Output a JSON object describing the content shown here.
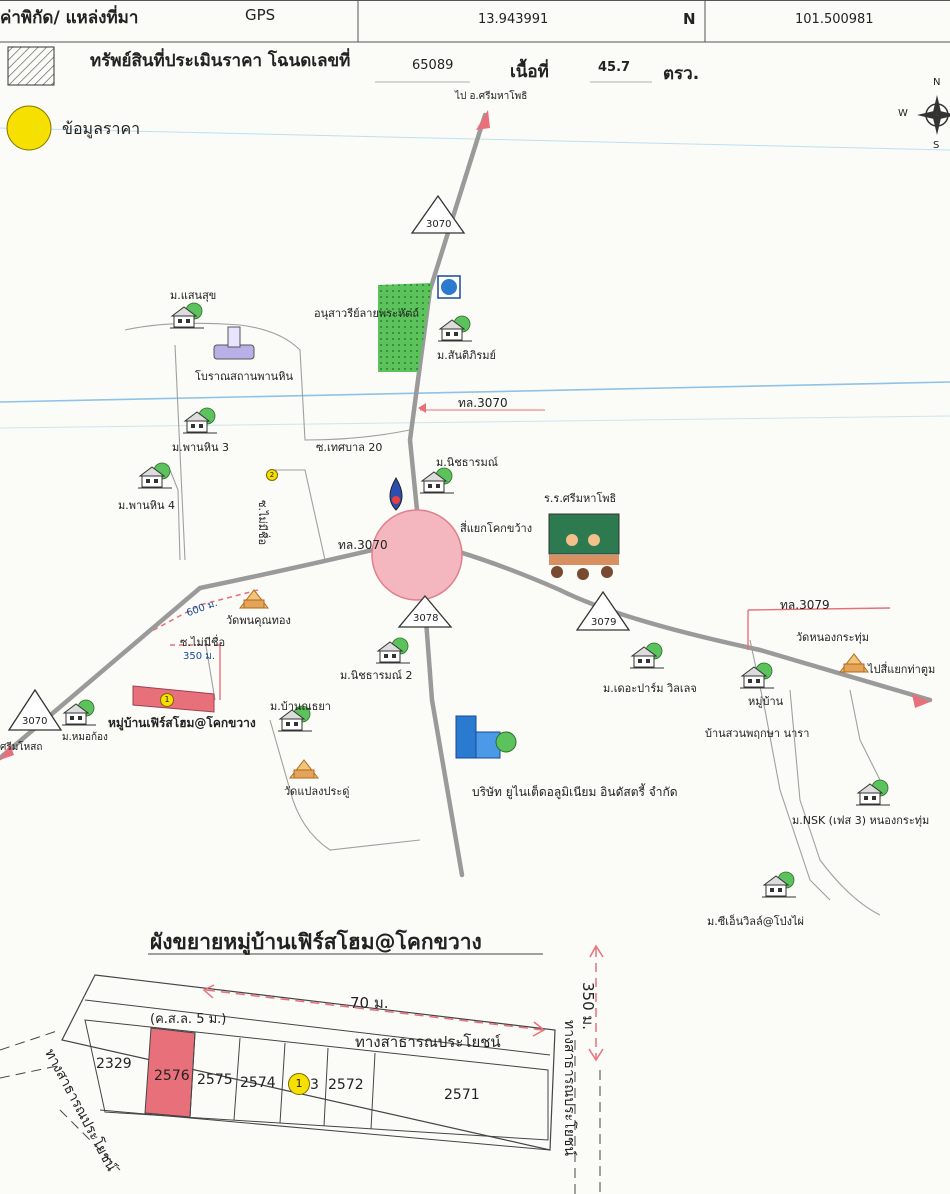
{
  "header": {
    "coord_label": "ค่าพิกัด/ แหล่งที่มา",
    "source": "GPS",
    "lat": "13.943991",
    "n_label": "N",
    "lon": "101.500981",
    "legend_parcel_text": "ทรัพย์สินที่ประเมินราคา โฉนดเลขที่",
    "deed_no": "65089",
    "area_label": "เนื้อที่",
    "area_value": "45.7",
    "area_unit": "ตรว.",
    "legend_price_text": "ข้อมูลราคา"
  },
  "compass": {
    "n": "N",
    "w": "W",
    "s": "S"
  },
  "colors": {
    "road": "#9a9a9a",
    "accent_red": "#e8707a",
    "junction": "#f4b6bf",
    "pin": "#f5e000",
    "green": "#5cc25c",
    "blue_line": "#8fc2e8"
  },
  "map": {
    "to_sri_mahaphot": "ไป อ.ศรีมหาโพธิ",
    "shield_3070_top": "3070",
    "shield_3078": "3078",
    "shield_3079": "3079",
    "shield_3070_left": "3070",
    "ban_saen_suk": "ม.แสนสุข",
    "monument": "อนุสาวรีย์ลายพระหัตถ์",
    "ban_santiphirom": "ม.สันติภิรมย์",
    "phan_hin_ruins": "โบราณสถานพานหิน",
    "tl3070_right": "ทล.3070",
    "ban_phan_hin_3": "ม.พานหิน 3",
    "soi_thetsaban_20": "ซ.เทศบาล 20",
    "ban_nichtharom": "ม.นิชธารมณ์",
    "ban_phan_hin_4": "ม.พานหิน 4",
    "soi_no_name_vertical": "ซ.ไม่มีชื่อ",
    "school": "ร.ร.ศรีมหาโพธิ",
    "junction": "สี่แยกโคกขว้าง",
    "tl3070_center": "ทล.3070",
    "dist_600": "600 ม.",
    "wat_phon": "วัดพนคุณทอง",
    "soi_no_name": "ซ.ไม่มีชื่อ",
    "dist_350": "350 ม.",
    "tl3079": "ทล.3079",
    "wat_nong_krathum": "วัดหนองกระทุ่ม",
    "to_tha_tum": "ไปสี่แยกท่าตูม",
    "ban_nichtharom_2": "ม.นิชธารมณ์ 2",
    "ban_the_palm": "ม.เดอะปาร์ม วิลเลจ",
    "ban_suan_phruksa_1": "หมู่บ้าน",
    "ban_suan_phruksa_2": "บ้านสวนพฤกษา นารา",
    "ban_nanthaya": "ม.บ้านณธยา",
    "first_home": "หมู่บ้านเฟิร์สโฮม@โคกขวาง",
    "si_mahosot": "ศรีมโหสถ",
    "ban_mo_kong": "ม.หมอก้อง",
    "wat_plaeng": "วัดแปลงประดู่",
    "factory": "บริษัท ยูไนเต็ดอลูมิเนียม อินดัสตรี้ จำกัด",
    "ban_nsk": "ม.NSK (เฟส 3) หนองกระทุ่ม",
    "ban_sixen": "ม.ซีเอ็นวิลล์@โป่งไผ่",
    "pin_main": "1",
    "pin_small": "2"
  },
  "inset": {
    "title": "ผังขยายหมู่บ้านเฟิร์สโฮม@โคกขวาง",
    "dist_70": "70 ม.",
    "dist_350": "350 ม.",
    "ksl": "(ค.ส.ล. 5 ม.)",
    "public_road": "ทางสาธารณประโยชน์",
    "public_road_left": "ทางสาธารณประโยชน์",
    "public_road_right": "ทางสาธารณประโยชน์",
    "lots": [
      "2329",
      "2576",
      "2575",
      "2574",
      "3",
      "2572",
      "2571"
    ],
    "pin": "1"
  }
}
